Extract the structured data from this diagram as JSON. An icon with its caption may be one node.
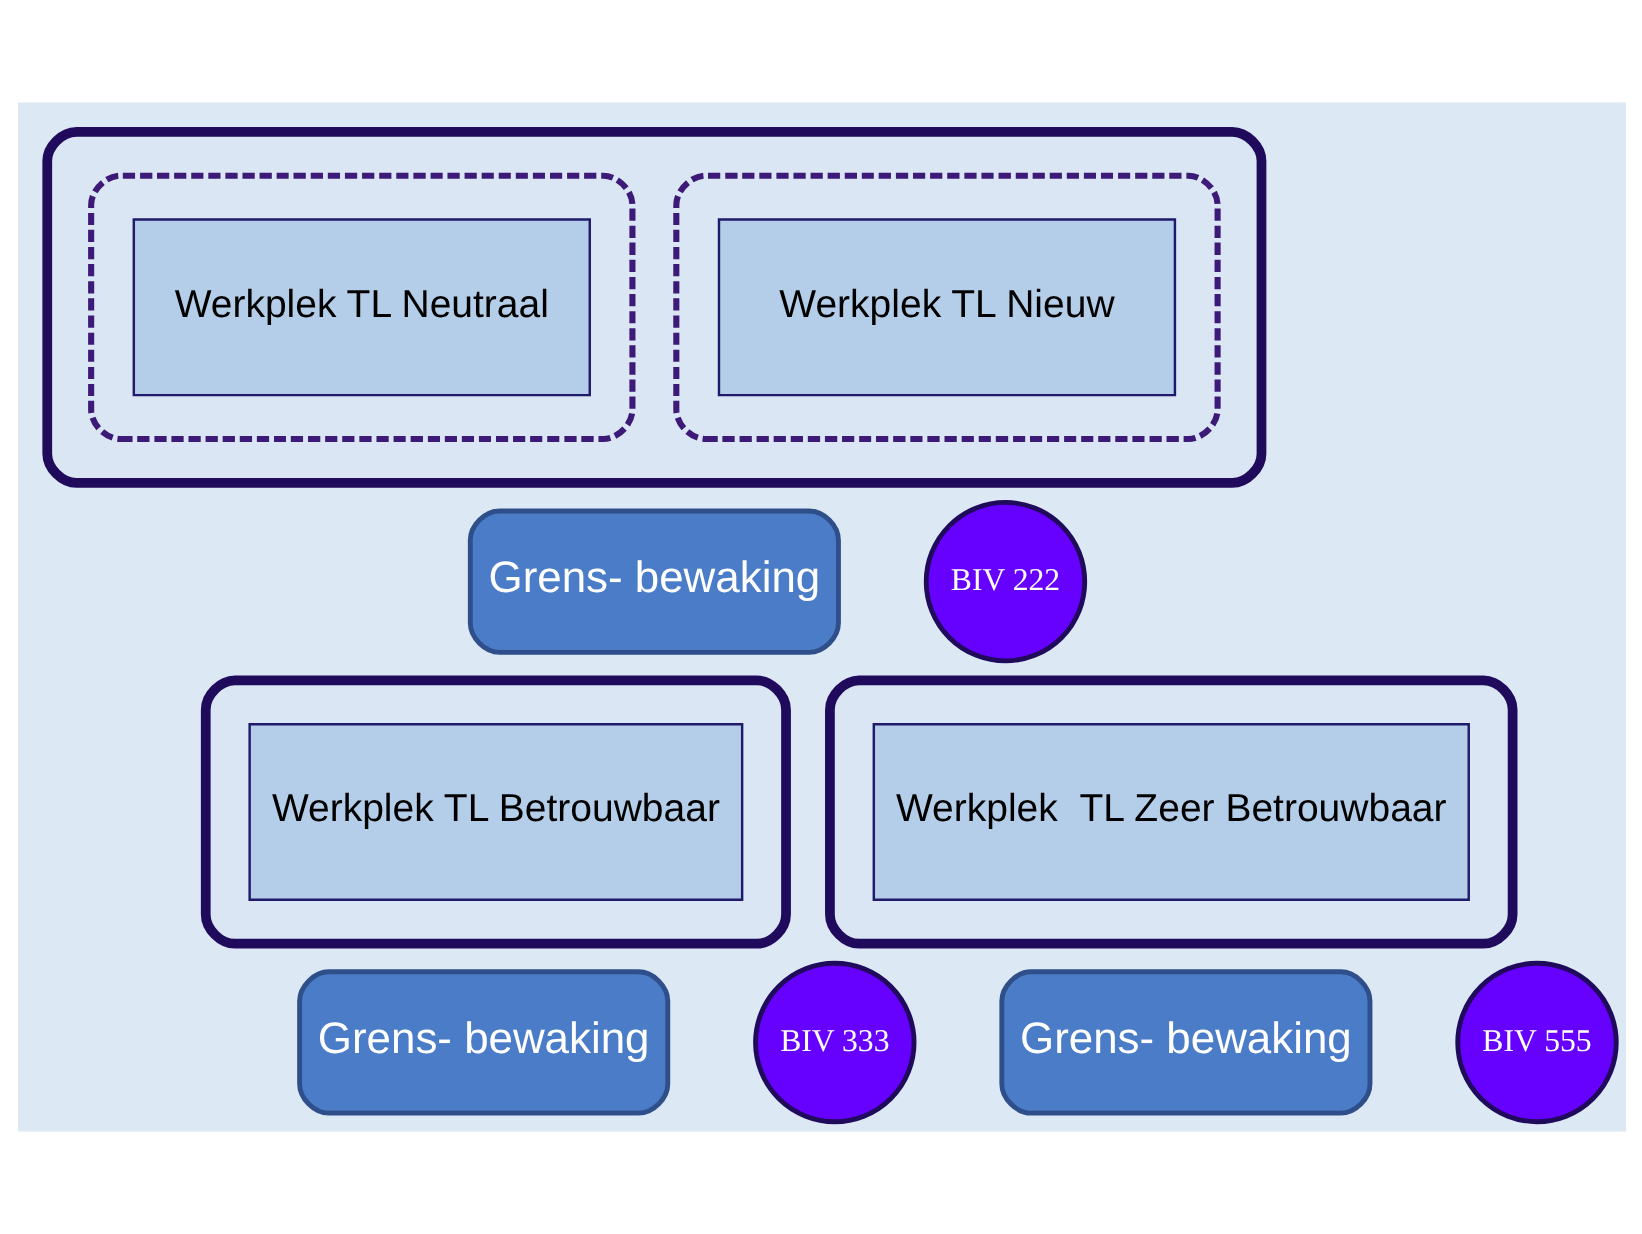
{
  "diagram": {
    "nodes": [
      {
        "text": [],
        "shape": "box"
      },
      {
        "text": [],
        "shape": "box",
        "in": 0
      },
      {
        "text": [
          "Werkplek TL Nieuw"
        ],
        "in": 1
      },
      {
        "text": [],
        "shape": "box",
        "in": 0
      },
      {
        "text": [
          "Werkplek TL Neutraal"
        ],
        "in": 3
      },
      {
        "text": [
          "Grens- bewaking"
        ]
      },
      {
        "text": [
          "BIV 222"
        ]
      },
      {
        "text": [],
        "shape": "box"
      },
      {
        "text": [
          "Werkplek TL Betrouwbaar"
        ],
        "in": 7
      },
      {
        "text": [
          "Grens- bewaking"
        ]
      },
      {
        "text": [
          "BIV 333"
        ]
      },
      {
        "text": [],
        "shape": "box"
      },
      {
        "text": [
          "Werkplek  TL Zeer Betrouwbaar"
        ],
        "in": 11
      },
      {
        "text": [
          "Grens- bewaking"
        ]
      },
      {
        "text": [
          "BIV 555"
        ]
      }
    ],
    "edges": []
  }
}
